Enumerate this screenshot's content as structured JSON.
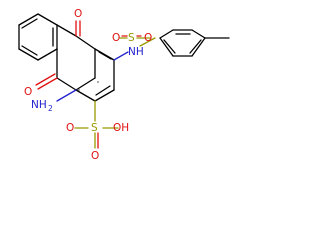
{
  "atom_labels": {
    "keto_o_top": "O",
    "keto_o_bottom": "O",
    "amine_nh2": "NH",
    "amine_nh2_sub": "2",
    "sulfonamide_nh": "NH",
    "tosyl_s": "S",
    "tosyl_o_left": "O",
    "tosyl_o_right": "O",
    "sulfonic_s": "S",
    "sulfonic_oh": "OH",
    "sulfonic_o_bottom": "O",
    "sulfonic_o_left": "O"
  },
  "colors": {
    "carbon": "#000000",
    "oxygen": "#e01010",
    "nitrogen": "#2222cc",
    "sulfur": "#999900"
  }
}
